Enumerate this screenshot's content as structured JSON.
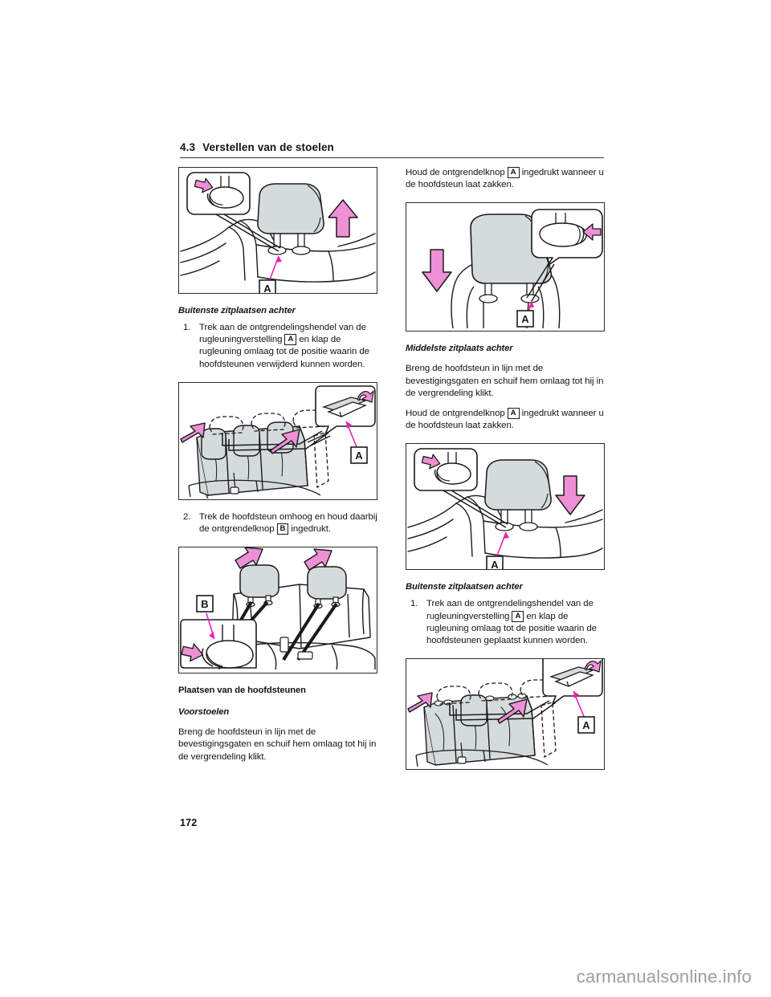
{
  "header": {
    "number": "4.3",
    "title": "Verstellen van de stoelen"
  },
  "page_number": "172",
  "watermark": "carmanualsonline.info",
  "colors": {
    "arrow_pink": "#ef8fd6",
    "arrow_pink_light": "#f3b4e4",
    "seat_fill": "#d5dadd",
    "outline": "#1a1a1a",
    "rule": "#343434"
  },
  "left_column": {
    "figure1": {
      "caption": "rear-outer-headrest-pull-up-illustration",
      "labels": [
        "A"
      ],
      "arrows": [
        "up-arrow",
        "release-button-arrow"
      ]
    },
    "heading1": "Buitenste zitplaatsen achter",
    "steps": [
      {
        "marker": "1.",
        "text_before": "Trek aan de ontgrendelingshendel van de rugleuningverstelling",
        "ref": "A",
        "text_after": "en klap de rugleuning omlaag tot de positie waarin de hoofdsteunen verwijderd kunnen worden."
      }
    ],
    "figure2": {
      "caption": "rear-seatback-fold-down-illustration",
      "labels": [
        "A"
      ],
      "arrows": [
        "fold-arrow-left",
        "fold-arrow-right",
        "lever-up-arrow"
      ]
    },
    "step2": {
      "marker": "2.",
      "text_before": "Trek de hoofdsteun omhoog en houd daarbij de ontgrendelknop",
      "ref": "B",
      "text_after": "ingedrukt."
    },
    "figure3": {
      "caption": "rear-headrest-remove-illustration",
      "labels": [
        "B"
      ],
      "arrows": [
        "up-arrow-left",
        "up-arrow-right",
        "release-button-arrow"
      ]
    },
    "heading2": "Plaatsen van de hoofdsteunen",
    "heading3": "Voorstoelen",
    "paragraph1": "Breng de hoofdsteun in lijn met de bevestigingsgaten en schuif hem omlaag tot hij in de vergrendeling klikt."
  },
  "right_column": {
    "paragraph1_before": "Houd de ontgrendelknop",
    "paragraph1_ref": "A",
    "paragraph1_after": "ingedrukt wanneer u de hoofdsteun laat zakken.",
    "figure4": {
      "caption": "front-seat-headrest-lower-illustration",
      "labels": [
        "A"
      ],
      "arrows": [
        "down-arrow",
        "release-button-arrow"
      ]
    },
    "heading1": "Middelste zitplaats achter",
    "paragraph2": "Breng de hoofdsteun in lijn met de bevestigingsgaten en schuif hem omlaag tot hij in de vergrendeling klikt.",
    "paragraph3_before": "Houd de ontgrendelknop",
    "paragraph3_ref": "A",
    "paragraph3_after": "ingedrukt wanneer u de hoofdsteun laat zakken.",
    "figure5": {
      "caption": "rear-center-headrest-lower-illustration",
      "labels": [
        "A"
      ],
      "arrows": [
        "down-arrow",
        "release-button-arrow"
      ]
    },
    "heading2": "Buitenste zitplaatsen achter",
    "steps": [
      {
        "marker": "1.",
        "text_before": "Trek aan de ontgrendelingshendel van de rugleuningverstelling",
        "ref": "A",
        "text_after": "en klap de rugleuning omlaag tot de positie waarin de hoofdsteunen geplaatst kunnen worden."
      }
    ],
    "figure6": {
      "caption": "rear-seatback-fold-down-install-illustration",
      "labels": [
        "A"
      ],
      "arrows": [
        "fold-arrow-left",
        "fold-arrow-right",
        "lever-up-arrow"
      ]
    }
  }
}
